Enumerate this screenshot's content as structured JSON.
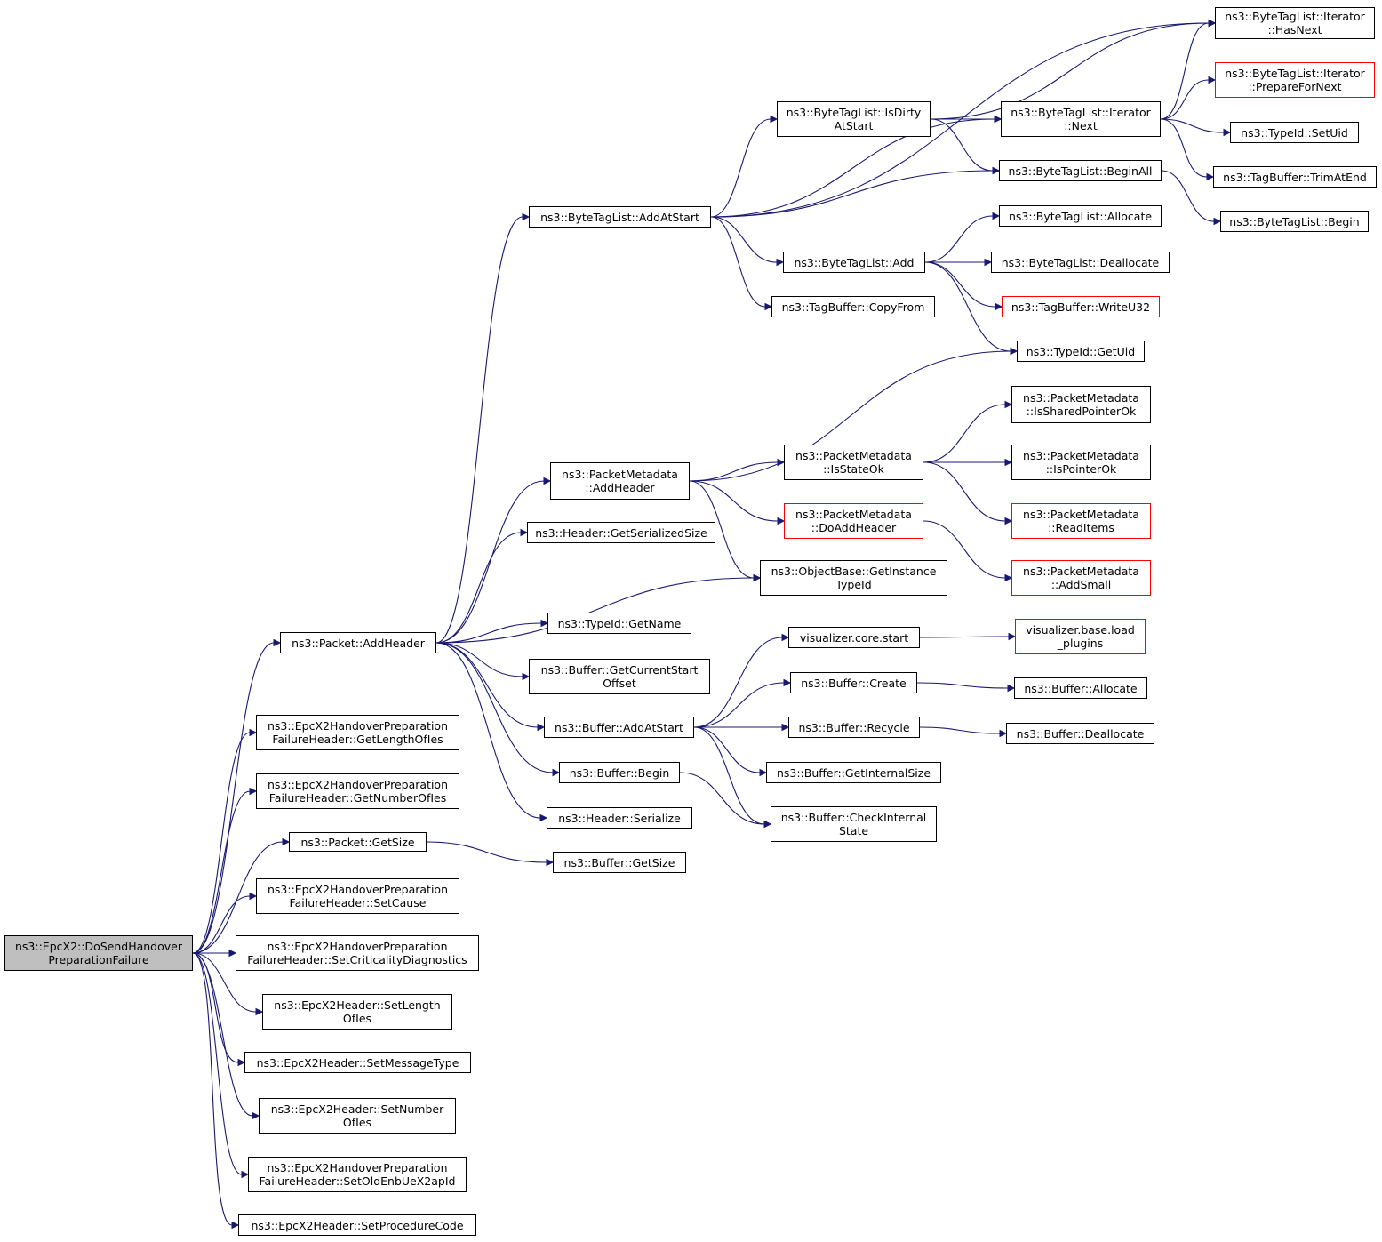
{
  "colors": {
    "edge": "#191970",
    "node_border": "#000000",
    "truncated_border": "#ff0000",
    "root_fill": "#bfbfbf",
    "background": "#ffffff"
  },
  "nodes": {
    "root": [
      "ns3::EpcX2::DoSendHandover",
      "PreparationFailure"
    ],
    "packet_addheader": [
      "ns3::Packet::AddHeader"
    ],
    "gl_ofies": [
      "ns3::EpcX2HandoverPreparation",
      "FailureHeader::GetLengthOfIes"
    ],
    "gn_ofies": [
      "ns3::EpcX2HandoverPreparation",
      "FailureHeader::GetNumberOfIes"
    ],
    "packet_getsize": [
      "ns3::Packet::GetSize"
    ],
    "setcause": [
      "ns3::EpcX2HandoverPreparation",
      "FailureHeader::SetCause"
    ],
    "setcrit": [
      "ns3::EpcX2HandoverPreparation",
      "FailureHeader::SetCriticalityDiagnostics"
    ],
    "setlength": [
      "ns3::EpcX2Header::SetLength",
      "OfIes"
    ],
    "setmsgtype": [
      "ns3::EpcX2Header::SetMessageType"
    ],
    "setnumber": [
      "ns3::EpcX2Header::SetNumber",
      "OfIes"
    ],
    "setoldenb": [
      "ns3::EpcX2HandoverPreparation",
      "FailureHeader::SetOldEnbUeX2apId"
    ],
    "setproc": [
      "ns3::EpcX2Header::SetProcedureCode"
    ],
    "btl_addatstart": [
      "ns3::ByteTagList::AddAtStart"
    ],
    "pm_addheader": [
      "ns3::PacketMetadata",
      "::AddHeader"
    ],
    "header_getser": [
      "ns3::Header::GetSerializedSize"
    ],
    "typeid_getname": [
      "ns3::TypeId::GetName"
    ],
    "buf_getcso": [
      "ns3::Buffer::GetCurrentStart",
      "Offset"
    ],
    "buf_addatstart": [
      "ns3::Buffer::AddAtStart"
    ],
    "buf_begin": [
      "ns3::Buffer::Begin"
    ],
    "header_serialize": [
      "ns3::Header::Serialize"
    ],
    "buf_getsize": [
      "ns3::Buffer::GetSize"
    ],
    "btl_isdirty": [
      "ns3::ByteTagList::IsDirty",
      "AtStart"
    ],
    "btl_add": [
      "ns3::ByteTagList::Add"
    ],
    "tb_copyfrom": [
      "ns3::TagBuffer::CopyFrom"
    ],
    "pm_isstateok": [
      "ns3::PacketMetadata",
      "::IsStateOk"
    ],
    "pm_doaddheader": [
      "ns3::PacketMetadata",
      "::DoAddHeader"
    ],
    "ob_getinstance": [
      "ns3::ObjectBase::GetInstance",
      "TypeId"
    ],
    "vis_core_start": [
      "visualizer.core.start"
    ],
    "buf_create": [
      "ns3::Buffer::Create"
    ],
    "buf_recycle": [
      "ns3::Buffer::Recycle"
    ],
    "buf_getinternal": [
      "ns3::Buffer::GetInternalSize"
    ],
    "buf_checkinternal": [
      "ns3::Buffer::CheckInternal",
      "State"
    ],
    "btli_hasnext": [
      "ns3::ByteTagList::Iterator",
      "::HasNext"
    ],
    "btli_prepare": [
      "ns3::ByteTagList::Iterator",
      "::PrepareForNext"
    ],
    "btli_next": [
      "ns3::ByteTagList::Iterator",
      "::Next"
    ],
    "typeid_setuid": [
      "ns3::TypeId::SetUid"
    ],
    "btl_beginall": [
      "ns3::ByteTagList::BeginAll"
    ],
    "tb_trimatend": [
      "ns3::TagBuffer::TrimAtEnd"
    ],
    "btl_begin": [
      "ns3::ByteTagList::Begin"
    ],
    "btl_allocate": [
      "ns3::ByteTagList::Allocate"
    ],
    "btl_deallocate": [
      "ns3::ByteTagList::Deallocate"
    ],
    "tb_writeu32": [
      "ns3::TagBuffer::WriteU32"
    ],
    "typeid_getuid": [
      "ns3::TypeId::GetUid"
    ],
    "pm_issharedptr": [
      "ns3::PacketMetadata",
      "::IsSharedPointerOk"
    ],
    "pm_ispointerok": [
      "ns3::PacketMetadata",
      "::IsPointerOk"
    ],
    "pm_readitems": [
      "ns3::PacketMetadata",
      "::ReadItems"
    ],
    "pm_addsmall": [
      "ns3::PacketMetadata",
      "::AddSmall"
    ],
    "vis_base_load": [
      "visualizer.base.load",
      "_plugins"
    ],
    "buf_allocate": [
      "ns3::Buffer::Allocate"
    ],
    "buf_deallocate": [
      "ns3::Buffer::Deallocate"
    ]
  },
  "truncated": [
    "btli_prepare",
    "tb_writeu32",
    "pm_doaddheader",
    "pm_readitems",
    "pm_addsmall",
    "vis_base_load"
  ],
  "edges": [
    [
      "root",
      "packet_addheader"
    ],
    [
      "root",
      "gl_ofies"
    ],
    [
      "root",
      "gn_ofies"
    ],
    [
      "root",
      "packet_getsize"
    ],
    [
      "root",
      "setcause"
    ],
    [
      "root",
      "setcrit"
    ],
    [
      "root",
      "setlength"
    ],
    [
      "root",
      "setmsgtype"
    ],
    [
      "root",
      "setnumber"
    ],
    [
      "root",
      "setoldenb"
    ],
    [
      "root",
      "setproc"
    ],
    [
      "packet_addheader",
      "btl_addatstart"
    ],
    [
      "packet_addheader",
      "pm_addheader"
    ],
    [
      "packet_addheader",
      "header_getser"
    ],
    [
      "packet_addheader",
      "ob_getinstance"
    ],
    [
      "packet_addheader",
      "typeid_getname"
    ],
    [
      "packet_addheader",
      "buf_getcso"
    ],
    [
      "packet_addheader",
      "buf_addatstart"
    ],
    [
      "packet_addheader",
      "buf_begin"
    ],
    [
      "packet_addheader",
      "header_serialize"
    ],
    [
      "packet_getsize",
      "buf_getsize"
    ],
    [
      "btl_addatstart",
      "btli_hasnext"
    ],
    [
      "btl_addatstart",
      "btl_isdirty"
    ],
    [
      "btl_addatstart",
      "btli_next"
    ],
    [
      "btl_addatstart",
      "btl_beginall"
    ],
    [
      "btl_addatstart",
      "btl_add"
    ],
    [
      "btl_addatstart",
      "tb_copyfrom"
    ],
    [
      "btl_isdirty",
      "btli_hasnext"
    ],
    [
      "btl_isdirty",
      "btli_next"
    ],
    [
      "btl_isdirty",
      "btl_beginall"
    ],
    [
      "btli_next",
      "btli_hasnext"
    ],
    [
      "btli_next",
      "btli_prepare"
    ],
    [
      "btli_next",
      "typeid_setuid"
    ],
    [
      "btli_next",
      "tb_trimatend"
    ],
    [
      "btl_beginall",
      "btl_begin"
    ],
    [
      "btl_add",
      "btl_allocate"
    ],
    [
      "btl_add",
      "btl_deallocate"
    ],
    [
      "btl_add",
      "tb_writeu32"
    ],
    [
      "btl_add",
      "typeid_getuid"
    ],
    [
      "pm_addheader",
      "typeid_getuid"
    ],
    [
      "pm_addheader",
      "pm_isstateok"
    ],
    [
      "pm_addheader",
      "pm_doaddheader"
    ],
    [
      "pm_addheader",
      "ob_getinstance"
    ],
    [
      "pm_isstateok",
      "pm_issharedptr"
    ],
    [
      "pm_isstateok",
      "pm_ispointerok"
    ],
    [
      "pm_isstateok",
      "pm_readitems"
    ],
    [
      "pm_doaddheader",
      "pm_addsmall"
    ],
    [
      "buf_addatstart",
      "vis_core_start"
    ],
    [
      "buf_addatstart",
      "buf_create"
    ],
    [
      "buf_addatstart",
      "buf_recycle"
    ],
    [
      "buf_addatstart",
      "buf_getinternal"
    ],
    [
      "buf_addatstart",
      "buf_checkinternal"
    ],
    [
      "buf_begin",
      "buf_checkinternal"
    ],
    [
      "vis_core_start",
      "vis_base_load"
    ],
    [
      "buf_create",
      "buf_allocate"
    ],
    [
      "buf_recycle",
      "buf_deallocate"
    ]
  ]
}
